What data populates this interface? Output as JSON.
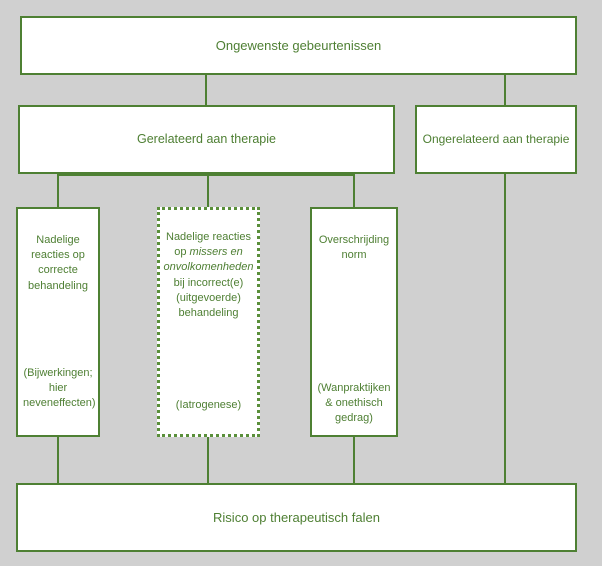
{
  "diagram": {
    "title": "Ongewenste gebeurtenissen taxonomie",
    "accent_color": "#4e8033",
    "text_color": "#4e7f33",
    "background_color": "#d0d0d0",
    "box_fill": "#ffffff"
  },
  "nodes": {
    "root": {
      "label": "Ongewenste gebeurtenissen"
    },
    "related": {
      "label": "Gerelateerd aan therapie"
    },
    "unrelated": {
      "label": "Ongerelateerd aan therapie"
    },
    "adverse_correct": {
      "line1": "Nadelige",
      "line2": "reacties op",
      "line3": "correcte",
      "line4": "behandeling",
      "note1": "(Bijwerkingen;",
      "note2": "hier",
      "note3": "neveneffecten)"
    },
    "iatrogenic": {
      "line1": "Nadelige reacties",
      "line2_plain": "op ",
      "line2_italic": "missers en",
      "line3_italic": "onvolkomenheden",
      "line4": "bij incorrect(e)",
      "line5": "(uitgevoerde)",
      "line6": "behandeling",
      "note1": "(Iatrogenese)"
    },
    "norm_breach": {
      "line1": "Overschrijding",
      "line2": "norm",
      "note1": "(Wanpraktijken",
      "note2": "& onethisch",
      "note3": "gedrag)"
    },
    "bottom": {
      "label": "Risico op therapeutisch falen"
    }
  }
}
